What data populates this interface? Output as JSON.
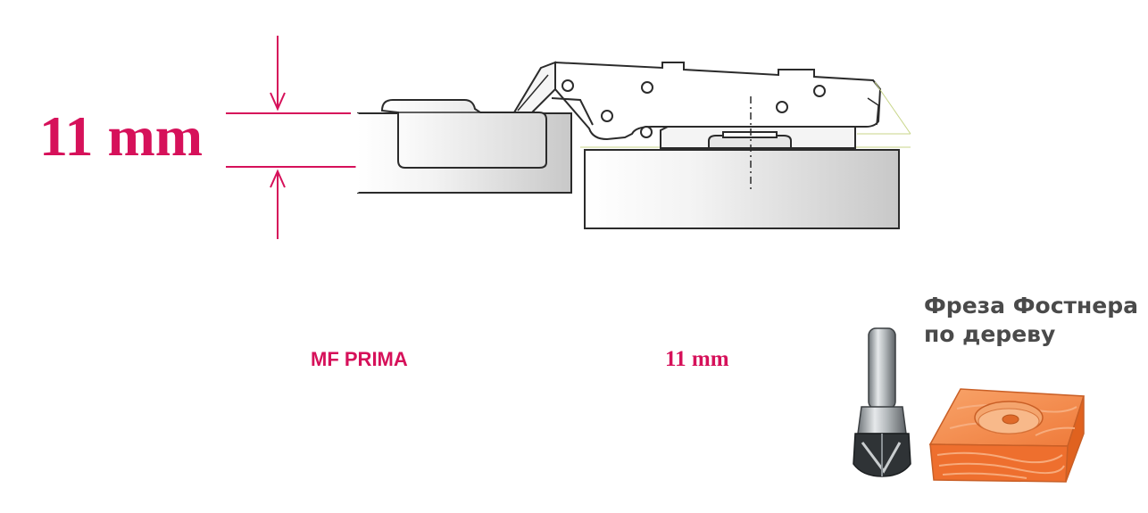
{
  "dimension": {
    "label": "11 mm"
  },
  "captions": {
    "product": "MF PRIMA",
    "size": "11 mm"
  },
  "tool": {
    "title_line1": "Фреза Фостнера",
    "title_line2": "по дереву"
  },
  "colors": {
    "accent": "#d6115a",
    "outline": "#2b2b2b",
    "panel_light": "#f2f2f2",
    "panel_mid": "#d4d4d4",
    "panel_dark": "#b8b8b8",
    "wood": "#f07a3c",
    "wood_light": "#f6a068",
    "drill_steel": "#9aa0a4",
    "title_gray": "#4a4a4a"
  }
}
